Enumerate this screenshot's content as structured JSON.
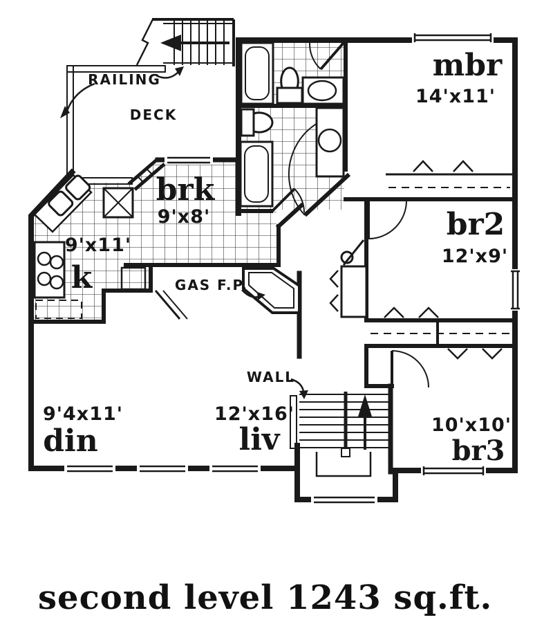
{
  "title": "second level 1243 sq.ft.",
  "rooms": {
    "mbr": {
      "name": "mbr",
      "dims": "14'x11'"
    },
    "br2": {
      "name": "br2",
      "dims": "12'x9'"
    },
    "br3": {
      "name": "br3",
      "dims": "10'x10'"
    },
    "brk": {
      "name": "brk",
      "dims": "9'x8'"
    },
    "kitchen": {
      "name": "k",
      "dims": "9'x11'"
    },
    "din": {
      "name": "din",
      "dims": "9'4x11'"
    },
    "liv": {
      "name": "liv",
      "dims": "12'x16'"
    }
  },
  "annotations": {
    "railing": "RAILING",
    "deck": "DECK",
    "gas_fireplace": "GAS F.P.",
    "wall": "WALL"
  },
  "colors": {
    "ink": "#1a1a1a",
    "paper": "#ffffff"
  }
}
